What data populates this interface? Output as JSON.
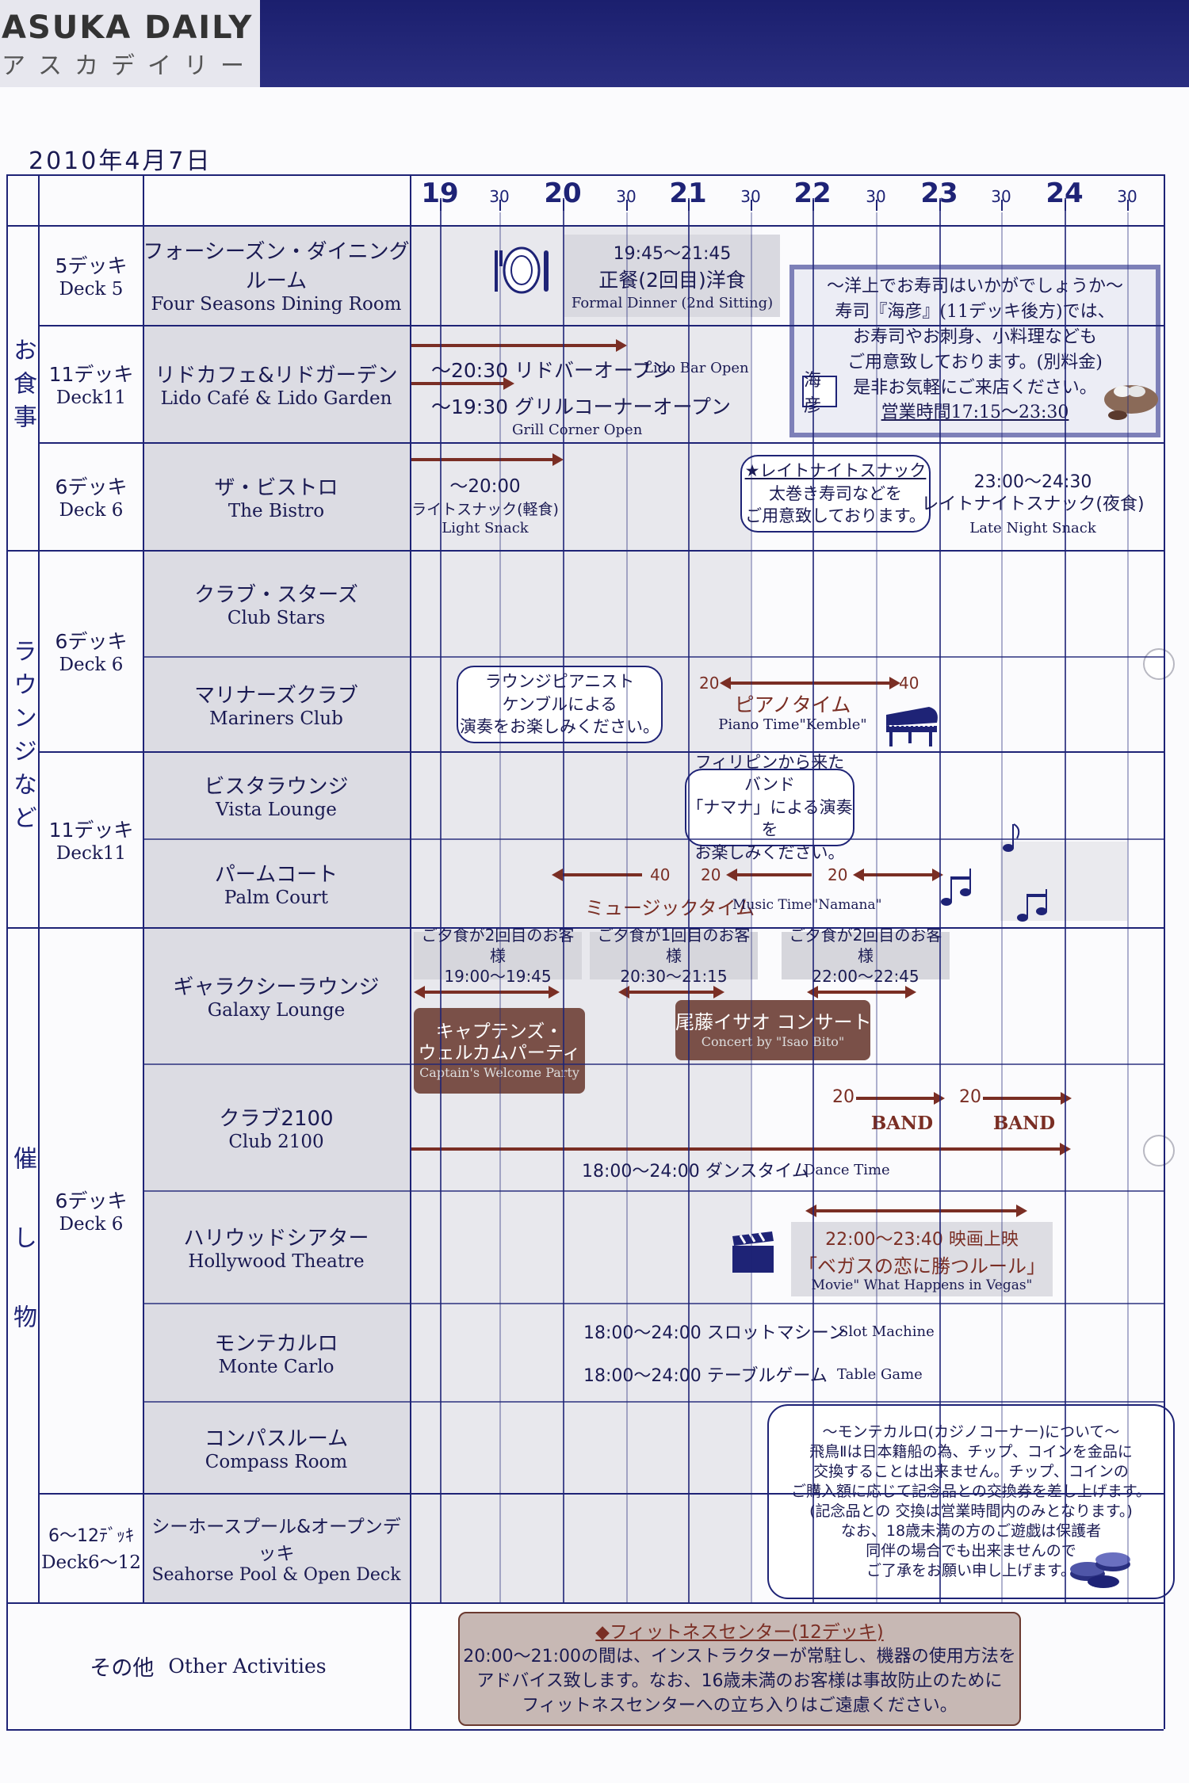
{
  "header": {
    "title_en": "ASUKA DAILY",
    "title_jp": "アスカデイリー"
  },
  "date": "2010年4月7日",
  "timeline": {
    "hours": [
      "19",
      "20",
      "21",
      "22",
      "23",
      "24"
    ],
    "minutes": "30"
  },
  "categories": {
    "dining": "お食事",
    "lounge": "ラウンジなど",
    "events": "催し物"
  },
  "decks": [
    {
      "jp": "5デッキ",
      "en": "Deck 5"
    },
    {
      "jp": "11デッキ",
      "en": "Deck11"
    },
    {
      "jp": "6デッキ",
      "en": "Deck 6"
    },
    {
      "jp": "6デッキ",
      "en": "Deck 6"
    },
    {
      "jp": "11デッキ",
      "en": "Deck11"
    },
    {
      "jp": "6デッキ",
      "en": "Deck 6"
    },
    {
      "jp": "6〜12ﾃﾞｯｷ",
      "en": "Deck6〜12"
    }
  ],
  "venues": [
    {
      "jp": "フォーシーズン・ダイニングルーム",
      "en": "Four Seasons Dining Room"
    },
    {
      "jp": "リドカフェ&リドガーデン",
      "en": "Lido Café & Lido Garden"
    },
    {
      "jp": "ザ・ビストロ",
      "en": "The Bistro"
    },
    {
      "jp": "クラブ・スターズ",
      "en": "Club Stars"
    },
    {
      "jp": "マリナーズクラブ",
      "en": "Mariners Club"
    },
    {
      "jp": "ビスタラウンジ",
      "en": "Vista Lounge"
    },
    {
      "jp": "パームコート",
      "en": "Palm Court"
    },
    {
      "jp": "ギャラクシーラウンジ",
      "en": "Galaxy Lounge"
    },
    {
      "jp": "クラブ2100",
      "en": "Club 2100"
    },
    {
      "jp": "ハリウッドシアター",
      "en": "Hollywood Theatre"
    },
    {
      "jp": "モンテカルロ",
      "en": "Monte Carlo"
    },
    {
      "jp": "コンパスルーム",
      "en": "Compass Room"
    },
    {
      "jp": "シーホースプール&オープンデッキ",
      "en": "Seahorse Pool & Open Deck"
    }
  ],
  "other": {
    "jp": "その他",
    "en": "Other Activities"
  },
  "events": {
    "formal_time": "19:45〜21:45",
    "formal_jp": "正餐(2回目)洋食",
    "formal_en": "Formal Dinner (2nd Sitting)",
    "lido_bar": "〜20:30 リドバーオープン",
    "lido_bar_en": "Lido Bar Open",
    "grill": "〜19:30 グリルコーナーオープン",
    "grill_en": "Grill Corner Open",
    "bistro_time": "〜20:00",
    "bistro_jp": "ライトスナック(軽食)",
    "bistro_en": "Light Snack",
    "late_bubble": [
      "★レイトナイトスナック",
      "太巻き寿司などを",
      "ご用意致しております。"
    ],
    "late_time": "23:00〜24:30",
    "late_jp": "レイトナイトスナック(夜食)",
    "late_en": "Late Night Snack",
    "piano_bubble": [
      "ラウンジピアニスト",
      "ケンブルによる",
      "演奏をお楽しみください。"
    ],
    "piano_from": "20",
    "piano_to": "40",
    "piano_jp": "ピアノタイム",
    "piano_en": "Piano Time\"Kemble\"",
    "band_bubble": [
      "フィリピンから来たバンド",
      "「ナマナ」による演奏を",
      "お楽しみください。"
    ],
    "music_40": "40",
    "music_20a": "20",
    "music_20b": "20",
    "music_jp": "ミュージックタイム",
    "music_en": "Music Time\"Namana\"",
    "notice1": [
      "ご夕食が2回目のお客様",
      "19:00〜19:45"
    ],
    "notice2": [
      "ご夕食が1回目のお客様",
      "20:30〜21:15"
    ],
    "notice3": [
      "ご夕食が2回目のお客様",
      "22:00〜22:45"
    ],
    "captain_jp1": "キャプテンズ・",
    "captain_jp2": "ウェルカムパーティ",
    "captain_en": "Captain's Welcome Party",
    "concert_jp": "尾藤イサオ コンサート",
    "concert_en": "Concert by \"Isao Bito\"",
    "band_20a": "20",
    "band_a": "BAND",
    "band_20b": "20",
    "band_b": "BAND",
    "dance": "18:00〜24:00 ダンスタイム",
    "dance_en": "Dance Time",
    "movie_time": "22:00〜23:40 映画上映",
    "movie_title": "「ベガスの恋に勝つルール」",
    "movie_en": "Movie\" What Happens in Vegas\"",
    "slot": "18:00〜24:00 スロットマシーン",
    "slot_en": "Slot Machine",
    "table": "18:00〜24:00 テーブルゲーム",
    "table_en": "Table Game"
  },
  "sushi": {
    "lines": [
      "〜洋上でお寿司はいかがでしょうか〜",
      "寿司『海彦』(11デッキ後方)では、",
      "お寿司やお刺身、小料理なども",
      "ご用意致しております。(別料金)",
      "是非お気軽にご来店ください。"
    ],
    "hours": "営業時間17:15〜23:30",
    "logo": "海彦"
  },
  "casino": {
    "lines": [
      "〜モンテカルロ(カジノコーナー)について〜",
      "飛鳥Ⅱは日本籍船の為、チップ、コインを金品に",
      "交換することは出来ません。チップ、コインの",
      "ご購入額に応じて記念品との交換券を差し上げます。",
      "(記念品との 交換は営業時間内のみとなります。)",
      "なお、18歳未満の方のご遊戯は保護者",
      "同伴の場合でも出来ませんので",
      "ご了承をお願い申し上げます。"
    ]
  },
  "fitness": {
    "title": "◆フィットネスセンター(12デッキ)",
    "lines": [
      "20:00〜21:00の間は、インストラクターが常駐し、機器の使用方法を",
      "アドバイス致します。なお、16歳未満のお客様は事故防止のために",
      "フィットネスセンターへの立ち入りはご遠慮ください。"
    ]
  },
  "colors": {
    "navy": "#1e2376",
    "brown": "#7a2e24",
    "header_band": "#1b1f6e"
  }
}
